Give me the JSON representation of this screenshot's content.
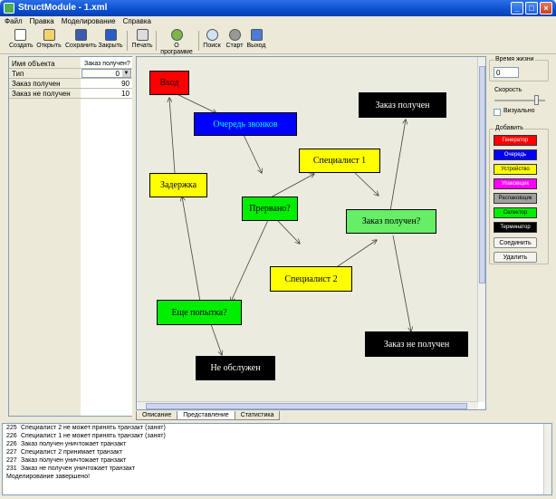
{
  "window": {
    "title": "StructModule - 1.xml"
  },
  "menu": [
    "Файл",
    "Правка",
    "Моделирование",
    "Справка"
  ],
  "toolbar": [
    "Создать",
    "Открыть",
    "Сохранить",
    "Закрыть",
    "Печать",
    "О программе",
    "Поиск",
    "Старт",
    "Выход"
  ],
  "props": {
    "header_key": "Имя объекта",
    "header_value": "Заказ получен?",
    "type_key": "Тип",
    "type_value": "0",
    "rows": [
      {
        "key": "Заказ получен",
        "value": "90"
      },
      {
        "key": "Заказ не получен",
        "value": "10"
      }
    ]
  },
  "nodes": [
    {
      "label": "Вход",
      "bg": "#ff0000",
      "fg": "#000000"
    },
    {
      "label": "Очередь звонков",
      "bg": "#0000ff",
      "fg": "#00ffff"
    },
    {
      "label": "Заказ получен",
      "bg": "#000000",
      "fg": "#ffffff"
    },
    {
      "label": "Специалист 1",
      "bg": "#ffff00",
      "fg": "#000000"
    },
    {
      "label": "Задержка",
      "bg": "#ffff00",
      "fg": "#000000"
    },
    {
      "label": "Прервано?",
      "bg": "#00ee00",
      "fg": "#000000"
    },
    {
      "label": "Заказ получен?",
      "bg": "#66ee66",
      "fg": "#000000"
    },
    {
      "label": "Специалист 2",
      "bg": "#ffff00",
      "fg": "#000000"
    },
    {
      "label": "Еще попытка?",
      "bg": "#00ee00",
      "fg": "#000000"
    },
    {
      "label": "Заказ не получен",
      "bg": "#000000",
      "fg": "#ffffff"
    },
    {
      "label": "Не обслужен",
      "bg": "#000000",
      "fg": "#ffffff"
    }
  ],
  "tabs": [
    "Описание",
    "Представление",
    "Статистика"
  ],
  "right": {
    "lifetime_label": "Время жизни",
    "lifetime_value": "0",
    "speed_label": "Скорость",
    "visual_label": "Визуально",
    "add_label": "Добавить",
    "add_buttons": [
      {
        "label": "Генератор",
        "bg": "#ff0000",
        "fg": "#ffffff"
      },
      {
        "label": "Очередь",
        "bg": "#0000ff",
        "fg": "#ffffff"
      },
      {
        "label": "Устройство",
        "bg": "#ffff00",
        "fg": "#000000"
      },
      {
        "label": "Упаковщик",
        "bg": "#ff00ff",
        "fg": "#ffffff"
      },
      {
        "label": "Распаковщик",
        "bg": "#a0a0a0",
        "fg": "#000000"
      },
      {
        "label": "Селектор",
        "bg": "#00ee00",
        "fg": "#000000"
      },
      {
        "label": "Терминатор",
        "bg": "#000000",
        "fg": "#ffffff"
      }
    ],
    "connect_label": "Соединить",
    "delete_label": "Удалить"
  },
  "log": [
    {
      "n": "225",
      "text": "Специалист 2 не может принять транзакт (занят)"
    },
    {
      "n": "226",
      "text": "Специалист 1 не может принять транзакт (занят)"
    },
    {
      "n": "226",
      "text": "Заказ получен уничтожает транзакт"
    },
    {
      "n": "227",
      "text": "Специалист 2 принимает транзакт"
    },
    {
      "n": "227",
      "text": "Заказ получен уничтожает транзакт"
    },
    {
      "n": "231",
      "text": "Заказ не получен уничтожает транзакт"
    },
    {
      "n": "",
      "text": "Моделирование завершено!"
    }
  ]
}
